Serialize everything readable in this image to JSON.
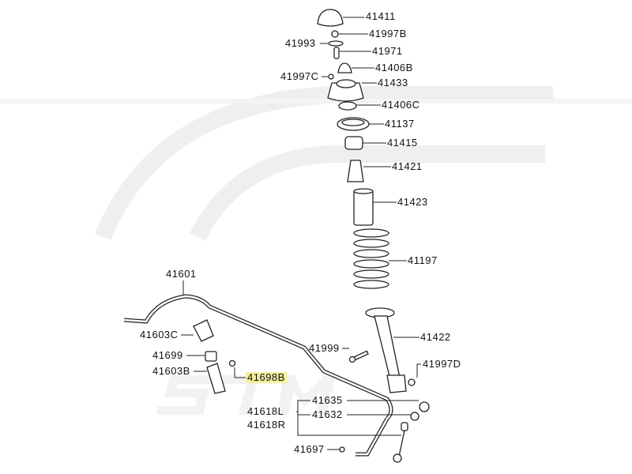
{
  "title": "Front suspension / strut and stabilizer bar parts diagram",
  "highlight_color": "#f4ef9c",
  "watermark": "STM",
  "parts": {
    "p41411": "41411",
    "p41997B": "41997B",
    "p41993": "41993",
    "p41971": "41971",
    "p41406B": "41406B",
    "p41997C": "41997C",
    "p41433": "41433",
    "p41406C": "41406C",
    "p41137": "41137",
    "p41415": "41415",
    "p41421": "41421",
    "p41423": "41423",
    "p41197": "41197",
    "p41601": "41601",
    "p41422": "41422",
    "p41603C": "41603C",
    "p41999": "41999",
    "p41699": "41699",
    "p41997D": "41997D",
    "p41603B": "41603B",
    "p41698B": "41698B",
    "p41635": "41635",
    "p41618L": "41618L",
    "p41632": "41632",
    "p41618R": "41618R",
    "p41697": "41697"
  }
}
